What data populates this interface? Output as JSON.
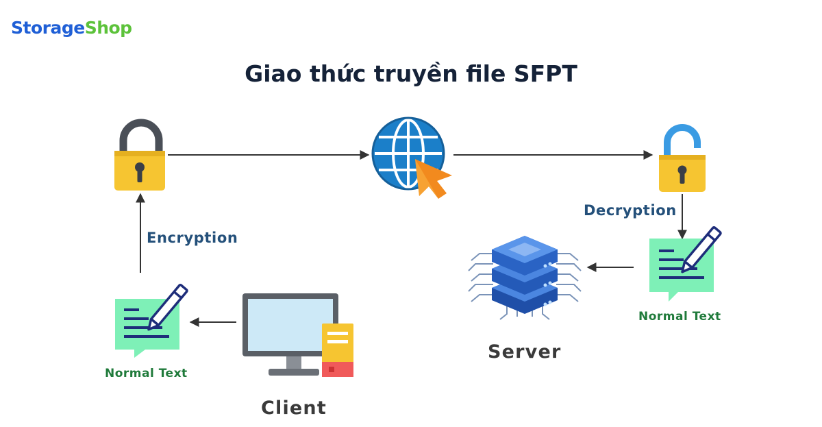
{
  "brand": {
    "part1": "Storage",
    "part2": "Shop"
  },
  "title": "Giao thức truyền file SFPT",
  "labels": {
    "encryption": "Encryption",
    "decryption": "Decryption",
    "normal_text_left": "Normal Text",
    "normal_text_right": "Normal Text",
    "server": "Server",
    "client": "Client"
  },
  "colors": {
    "brand_blue": "#1f5fd6",
    "brand_green": "#5cc23a",
    "lock_yellow": "#f6c531",
    "document_green": "#7ef0b7",
    "server_blue": "#3d7bd9",
    "arrow": "#333333"
  },
  "icons": [
    "lock-closed-icon",
    "globe-cursor-icon",
    "lock-open-icon",
    "document-pen-icon",
    "server-stack-icon",
    "computer-monitor-icon"
  ]
}
